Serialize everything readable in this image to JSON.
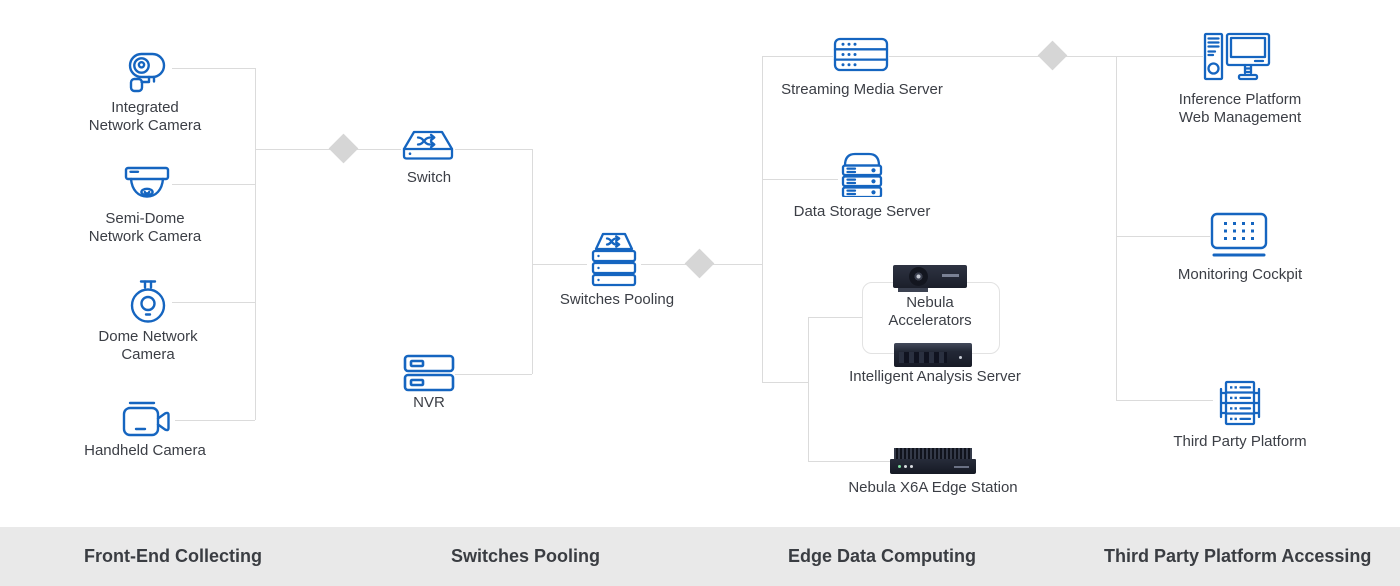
{
  "colors": {
    "icon_blue": "#1565C0",
    "connector_line": "#DBDBDB",
    "diamond_gray": "#D6D6D6",
    "label_text": "#3B3E45",
    "footer_bg": "#E9E9E9",
    "footer_text": "#3A3D42"
  },
  "nodes": {
    "integrated_camera": {
      "label": "Integrated\nNetwork Camera",
      "icon": "bullet-camera-icon"
    },
    "semi_dome_camera": {
      "label": "Semi-Dome\nNetwork Camera",
      "icon": "semi-dome-camera-icon"
    },
    "dome_camera": {
      "label": "Dome Network\nCamera",
      "icon": "dome-camera-icon"
    },
    "handheld_camera": {
      "label": "Handheld Camera",
      "icon": "handheld-camera-icon"
    },
    "switch": {
      "label": "Switch",
      "icon": "switch-icon"
    },
    "nvr": {
      "label": "NVR",
      "icon": "nvr-icon"
    },
    "switches_pooling": {
      "label": "Switches Pooling",
      "icon": "switches-stack-icon"
    },
    "streaming_media_server": {
      "label": "Streaming Media Server",
      "icon": "server-rack-icon"
    },
    "data_storage_server": {
      "label": "Data Storage Server",
      "icon": "storage-server-icon"
    },
    "nebula_accelerators": {
      "label": "Nebula\nAccelerators",
      "icon": "gpu-card-photo"
    },
    "intelligent_analysis_server": {
      "label": "Intelligent Analysis Server",
      "icon": "rack-server-photo"
    },
    "nebula_x6a_edge_station": {
      "label": "Nebula X6A Edge Station",
      "icon": "edge-station-photo"
    },
    "inference_platform": {
      "label": "Inference Platform\nWeb Management",
      "icon": "desktop-pc-icon"
    },
    "monitoring_cockpit": {
      "label": "Monitoring Cockpit",
      "icon": "dashboard-screen-icon"
    },
    "third_party_platform": {
      "label": "Third Party Platform",
      "icon": "platform-rack-icon"
    }
  },
  "footer": {
    "sections": [
      {
        "label": "Front-End Collecting"
      },
      {
        "label": "Switches Pooling"
      },
      {
        "label": "Edge Data Computing"
      },
      {
        "label": "Third Party Platform Accessing"
      }
    ]
  }
}
